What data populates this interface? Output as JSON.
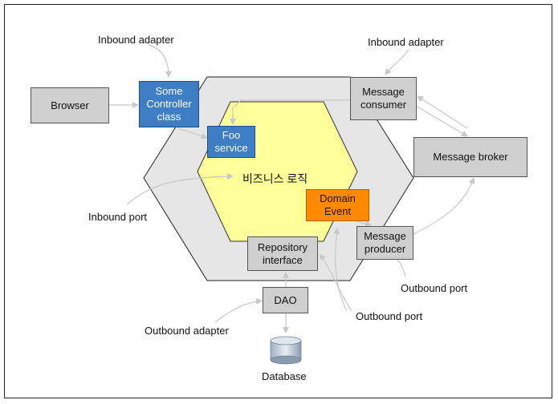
{
  "labels": {
    "inbound_adapter_left": "Inbound adapter",
    "inbound_adapter_right": "Inbound adapter",
    "inbound_port": "Inbound port",
    "outbound_port_right": "Outbound port",
    "outbound_port_bottom": "Outbound port",
    "outbound_adapter": "Outbound adapter",
    "database": "Database",
    "business_logic": "비즈니스 로직"
  },
  "boxes": {
    "browser": "Browser",
    "controller": "Some\nController\nclass",
    "foo_service": "Foo\nservice",
    "message_consumer": "Message\nconsumer",
    "message_broker": "Message broker",
    "domain_event": "Domain\nEvent",
    "message_producer": "Message\nproducer",
    "repository_interface": "Repository\ninterface",
    "dao": "DAO"
  },
  "colors": {
    "gray_box": "#cfcfcf",
    "blue_box": "#3d7ec4",
    "orange_box": "#ff8a00",
    "outer_hexagon": "#e6e6e6",
    "inner_hexagon": "#ffff99",
    "arrow": "#c8c8c8"
  }
}
